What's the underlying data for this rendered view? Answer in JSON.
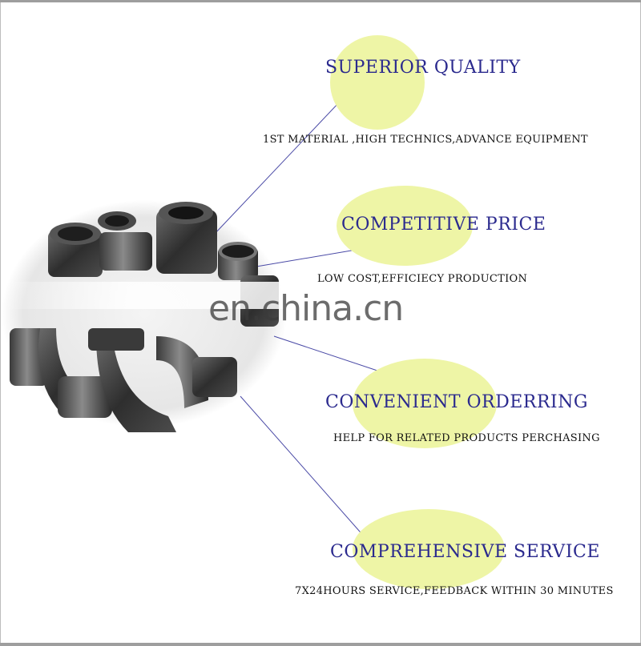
{
  "features": [
    {
      "title": "SUPERIOR QUALITY",
      "subtitle": "1ST MATERIAL ,HIGH TECHNICS,ADVANCE EQUIPMENT"
    },
    {
      "title": "COMPETITIVE PRICE",
      "subtitle": "LOW COST,EFFICIECY PRODUCTION"
    },
    {
      "title": "CONVENIENT ORDERRING",
      "subtitle": "HELP FOR RELATED PRODUCTS PERCHASING"
    },
    {
      "title": "COMPREHENSIVE SERVICE",
      "subtitle": "7X24HOURS SERVICE,FEEDBACK WITHIN 30   MINUTES"
    }
  ],
  "watermark": "en.china.cn",
  "colors": {
    "title": "#2b2a8e",
    "ellipse": "#eef5a6",
    "line": "#4a4aa6"
  }
}
